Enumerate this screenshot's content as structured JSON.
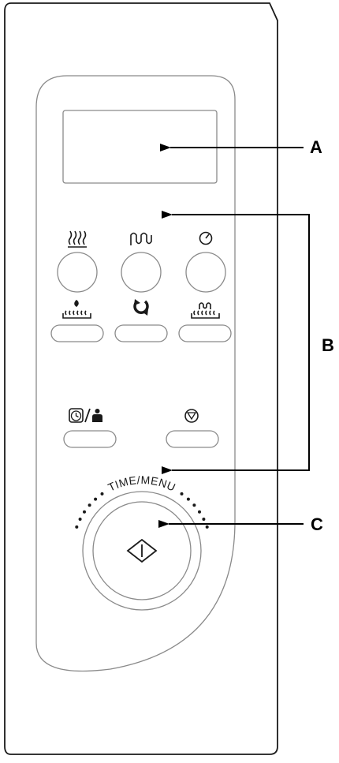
{
  "callouts": {
    "a": "A",
    "b": "B",
    "c": "C"
  },
  "dial": {
    "label": "TIME/MENU"
  },
  "icons": {
    "row1": [
      "grill-icon",
      "microwave-wave-icon",
      "power-gauge-icon"
    ],
    "row2": [
      "combi-microwave-grill-icon",
      "auto-defrost-icon",
      "combi-grill-icon"
    ],
    "row3": [
      "clock-kitchen-timer-icon",
      "stop-cancel-icon"
    ],
    "dial": "start-diamond-icon"
  },
  "colors": {
    "line": "#8a8a8a",
    "outline": "#1a1a1a",
    "label": "#000000"
  }
}
